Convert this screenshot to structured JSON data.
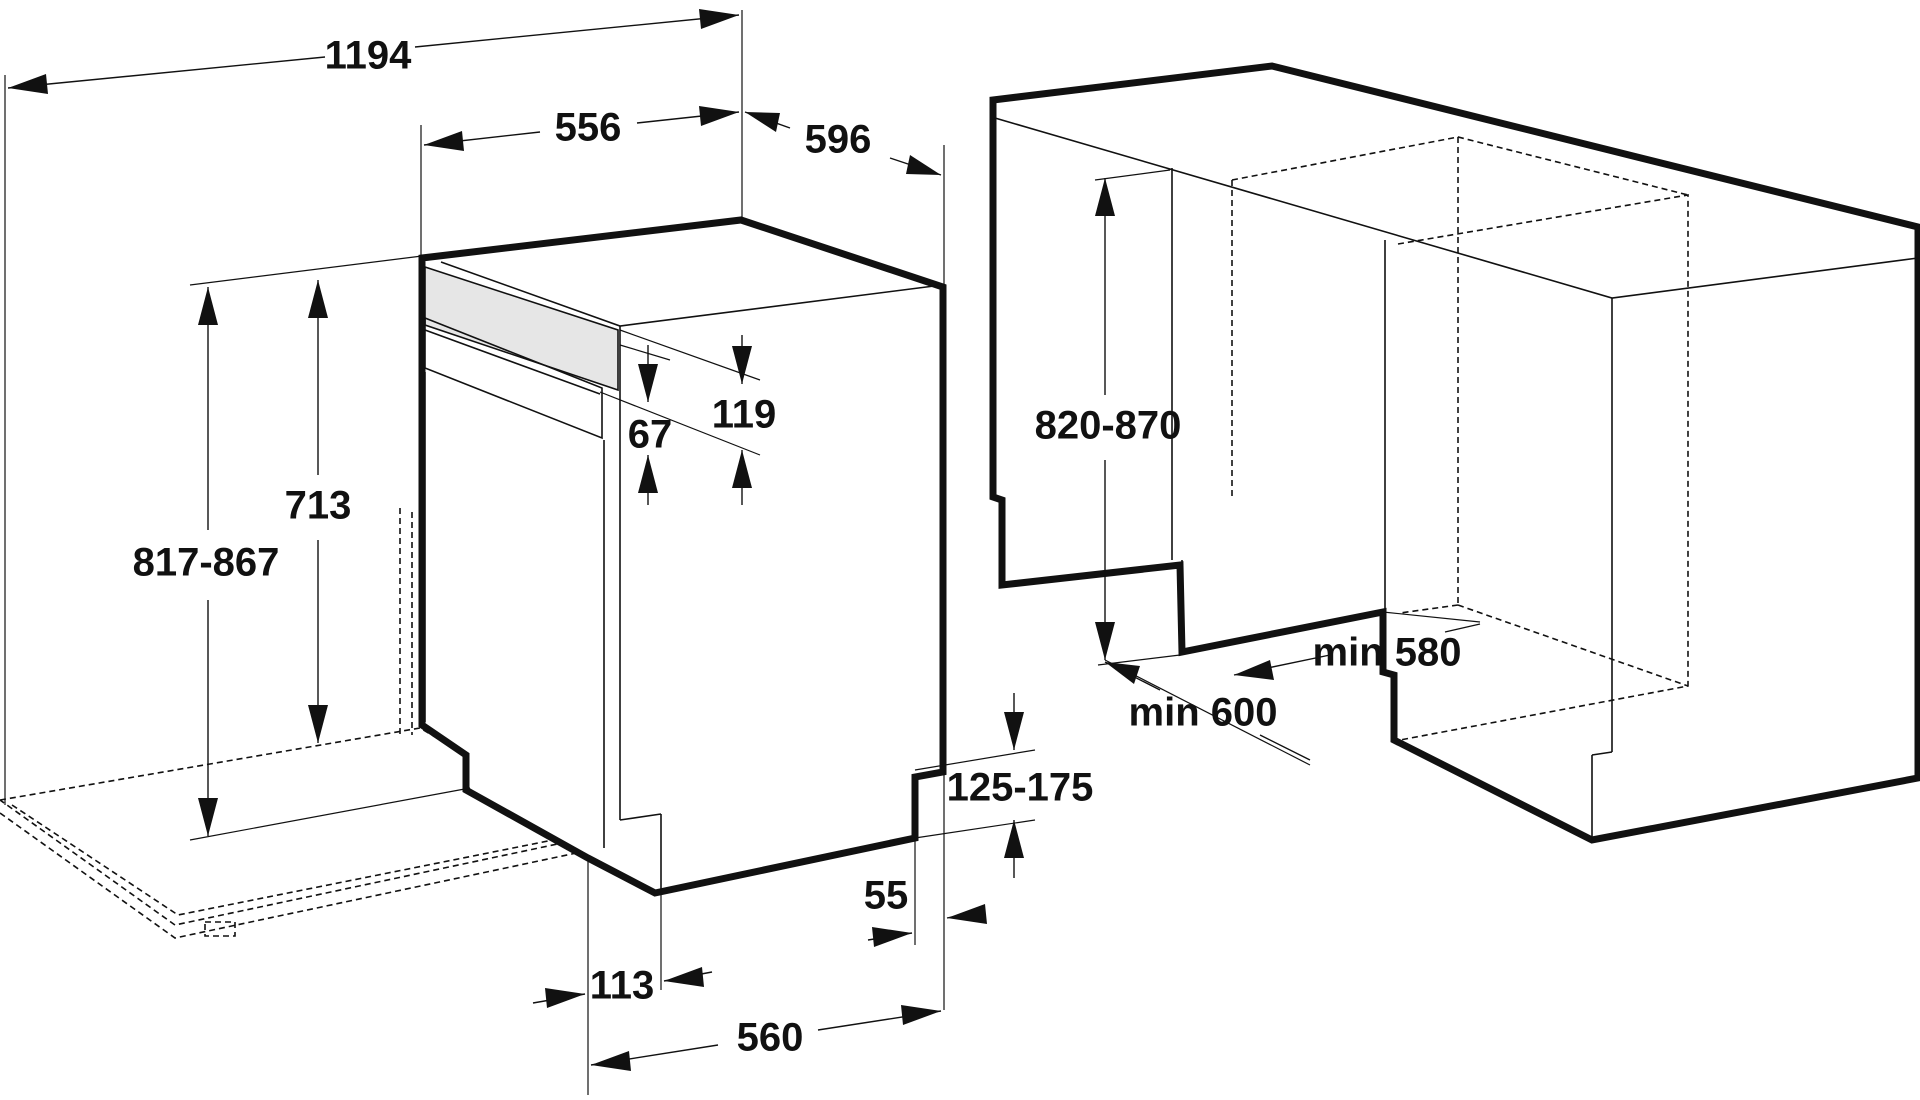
{
  "dimensions": {
    "overall_width": "1194",
    "panel_width": "556",
    "depth": "596",
    "overall_height": "817-867",
    "body_height": "713",
    "control_panel_height": "119",
    "handle_height": "67",
    "plinth_height": "125-175",
    "plinth_recess": "55",
    "front_setback": "113",
    "bottom_depth": "560",
    "niche_height": "820-870",
    "niche_width": "min 600",
    "niche_depth": "min 580"
  },
  "colors": {
    "line": "#111111",
    "background": "#ffffff",
    "panel_band": "#e6e6e6"
  }
}
